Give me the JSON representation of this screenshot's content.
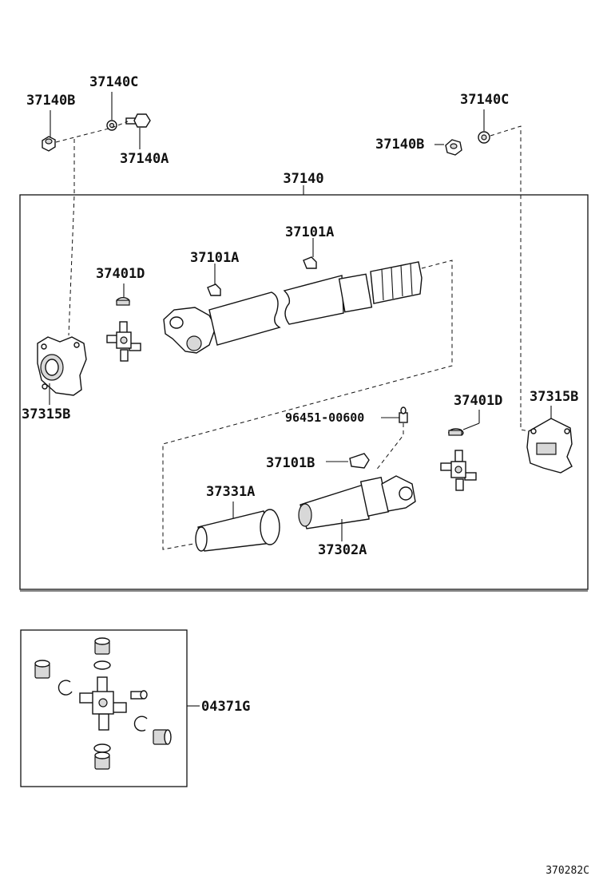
{
  "labels": {
    "l_37140B_left": "37140B",
    "l_37140C_left": "37140C",
    "l_37140A": "37140A",
    "l_37140C_right": "37140C",
    "l_37140B_right": "37140B",
    "l_37140": "37140",
    "l_37101A_right": "37101A",
    "l_37101A_left": "37101A",
    "l_37401D_left": "37401D",
    "l_37315B_left": "37315B",
    "l_96451": "96451-00600",
    "l_37401D_right": "37401D",
    "l_37315B_right": "37315B",
    "l_37101B": "37101B",
    "l_37331A": "37331A",
    "l_37302A": "37302A",
    "l_04371G": "04371G",
    "diagram_id": "370282C"
  }
}
